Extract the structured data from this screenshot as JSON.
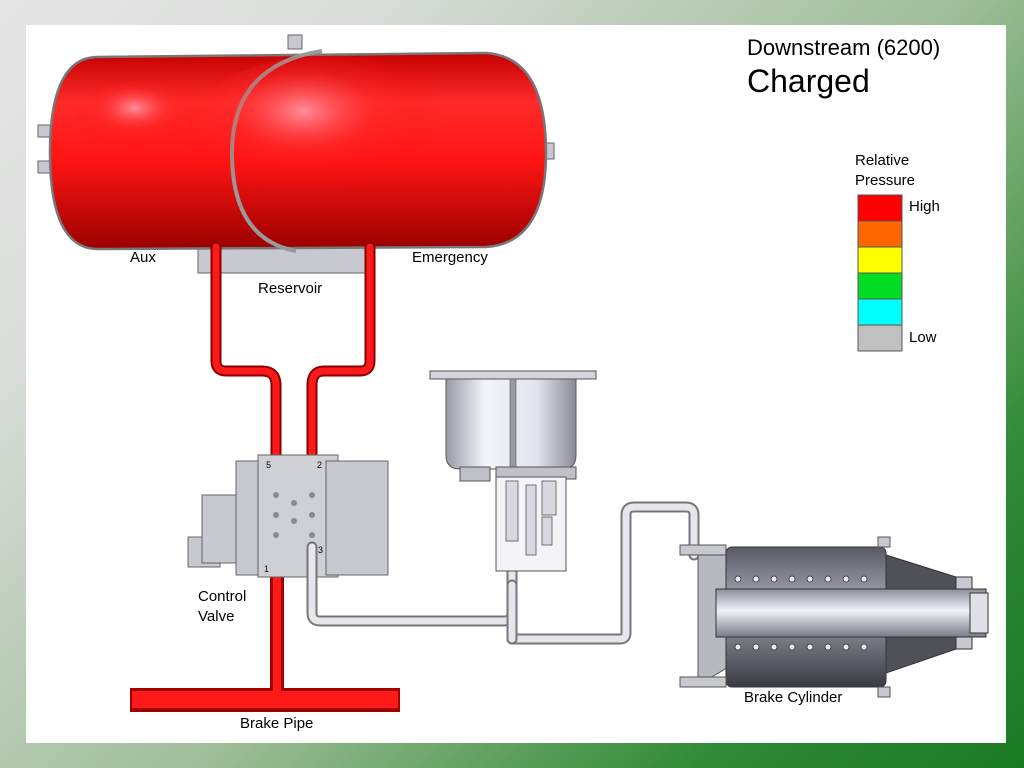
{
  "title": "Downstream (6200)",
  "status": "Charged",
  "legend": {
    "title": "Relative Pressure",
    "high_label": "High",
    "low_label": "Low",
    "colors": [
      "#ff0000",
      "#ff6600",
      "#ffff00",
      "#00dd22",
      "#00ffff",
      "#c0c0c0"
    ]
  },
  "labels": {
    "aux": "Aux",
    "emergency": "Emergency",
    "reservoir": "Reservoir",
    "control_valve": "Control Valve",
    "brake_pipe": "Brake Pipe",
    "brake_cylinder": "Brake Cylinder"
  },
  "port_numbers": [
    "5",
    "2",
    "1",
    "3"
  ],
  "state_colors": {
    "charged": "#ff1010",
    "exhausted": "#d8d8de"
  }
}
